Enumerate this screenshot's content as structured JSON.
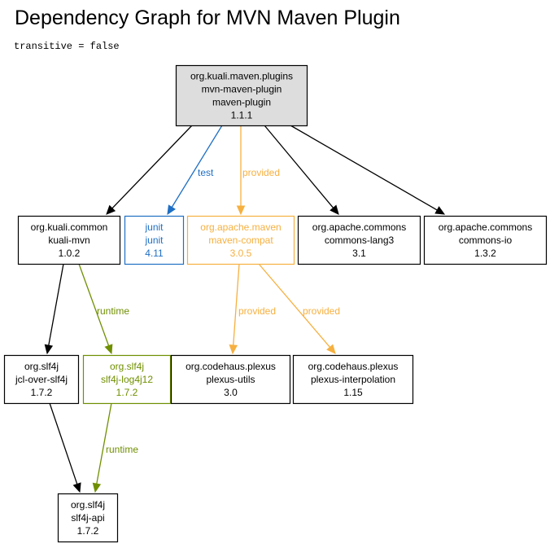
{
  "title": "Dependency Graph for MVN Maven Plugin",
  "subtitle": "transitive = false",
  "colors": {
    "compile": "#000000",
    "test": "#1f6fc4",
    "provided": "#f6b040",
    "runtime": "#6f8f00",
    "root_fill": "#dddddd"
  },
  "nodes": [
    {
      "id": "root",
      "lines": [
        "org.kuali.maven.plugins",
        "mvn-maven-plugin",
        "maven-plugin",
        "1.1.1"
      ],
      "scope": "root"
    },
    {
      "id": "kuali-mvn",
      "lines": [
        "org.kuali.common",
        "kuali-mvn",
        "1.0.2"
      ],
      "scope": "compile"
    },
    {
      "id": "junit",
      "lines": [
        "junit",
        "junit",
        "4.11"
      ],
      "scope": "test"
    },
    {
      "id": "maven-compat",
      "lines": [
        "org.apache.maven",
        "maven-compat",
        "3.0.5"
      ],
      "scope": "provided"
    },
    {
      "id": "commons-lang3",
      "lines": [
        "org.apache.commons",
        "commons-lang3",
        "3.1"
      ],
      "scope": "compile"
    },
    {
      "id": "commons-io",
      "lines": [
        "org.apache.commons",
        "commons-io",
        "1.3.2"
      ],
      "scope": "compile"
    },
    {
      "id": "jcl-over-slf4j",
      "lines": [
        "org.slf4j",
        "jcl-over-slf4j",
        "1.7.2"
      ],
      "scope": "compile"
    },
    {
      "id": "slf4j-log4j12",
      "lines": [
        "org.slf4j",
        "slf4j-log4j12",
        "1.7.2"
      ],
      "scope": "runtime"
    },
    {
      "id": "plexus-utils",
      "lines": [
        "org.codehaus.plexus",
        "plexus-utils",
        "3.0"
      ],
      "scope": "compile"
    },
    {
      "id": "plexus-interpolation",
      "lines": [
        "org.codehaus.plexus",
        "plexus-interpolation",
        "1.15"
      ],
      "scope": "compile"
    },
    {
      "id": "slf4j-api",
      "lines": [
        "org.slf4j",
        "slf4j-api",
        "1.7.2"
      ],
      "scope": "compile"
    }
  ],
  "edges": [
    {
      "from": "root",
      "to": "kuali-mvn",
      "scope": "compile",
      "label": ""
    },
    {
      "from": "root",
      "to": "junit",
      "scope": "test",
      "label": "test"
    },
    {
      "from": "root",
      "to": "maven-compat",
      "scope": "provided",
      "label": "provided"
    },
    {
      "from": "root",
      "to": "commons-lang3",
      "scope": "compile",
      "label": ""
    },
    {
      "from": "root",
      "to": "commons-io",
      "scope": "compile",
      "label": ""
    },
    {
      "from": "kuali-mvn",
      "to": "jcl-over-slf4j",
      "scope": "compile",
      "label": ""
    },
    {
      "from": "kuali-mvn",
      "to": "slf4j-log4j12",
      "scope": "runtime",
      "label": "runtime"
    },
    {
      "from": "maven-compat",
      "to": "plexus-utils",
      "scope": "provided",
      "label": "provided"
    },
    {
      "from": "maven-compat",
      "to": "plexus-interpolation",
      "scope": "provided",
      "label": "provided"
    },
    {
      "from": "jcl-over-slf4j",
      "to": "slf4j-api",
      "scope": "compile",
      "label": ""
    },
    {
      "from": "slf4j-log4j12",
      "to": "slf4j-api",
      "scope": "runtime",
      "label": "runtime"
    }
  ]
}
